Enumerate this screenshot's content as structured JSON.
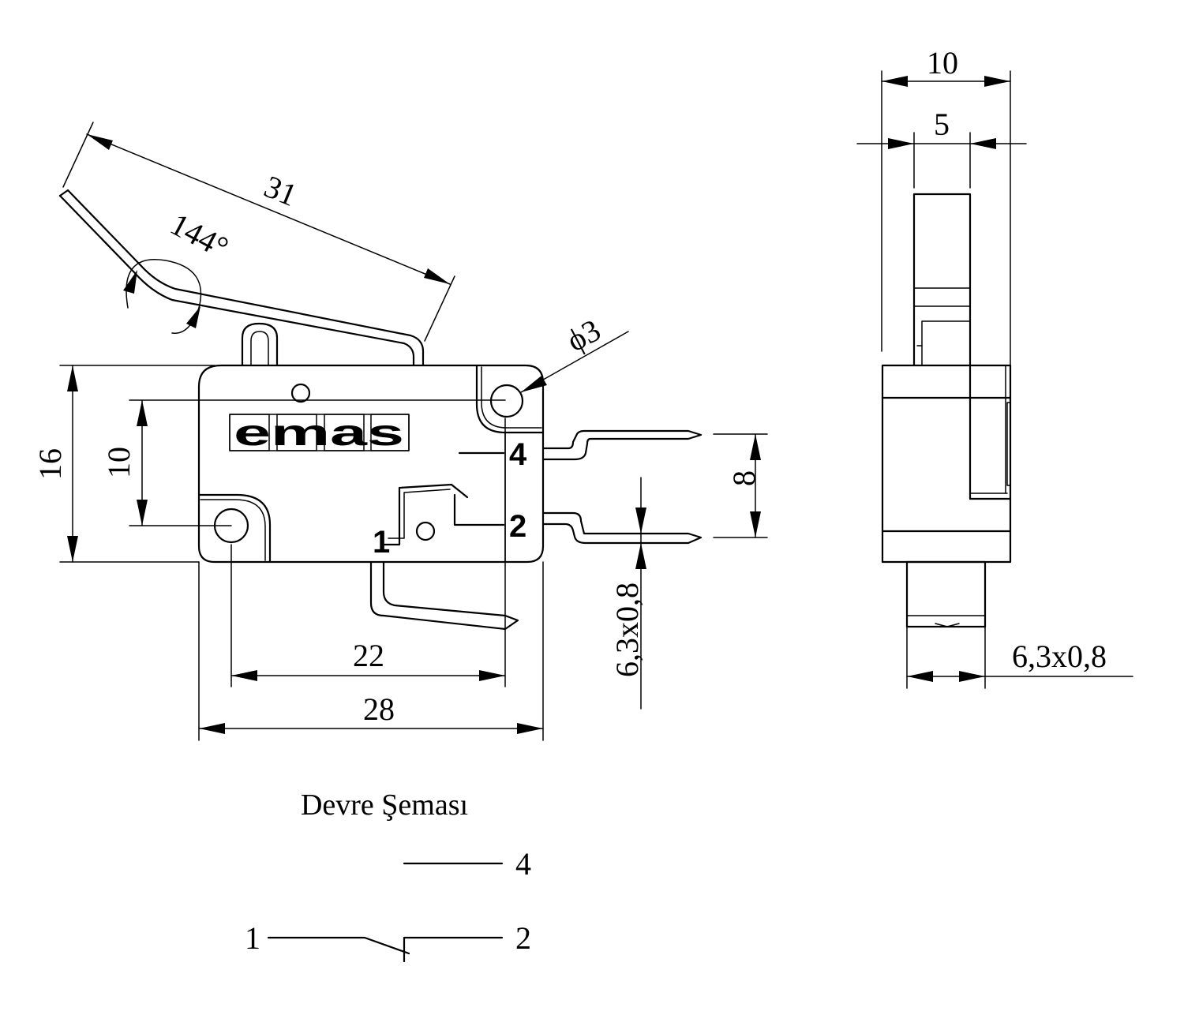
{
  "front_view": {
    "dimensions": {
      "lever_length": "31",
      "lever_angle": "144°",
      "hole_diameter": "ϕ3",
      "height": "16",
      "hole_spacing_vertical": "10",
      "hole_spacing_horizontal": "22",
      "width": "28",
      "terminal_pitch": "8",
      "terminal_size": "6,3x0,8"
    },
    "brand_logo": "emas",
    "terminal_labels": {
      "t1": "1",
      "t2": "2",
      "t4": "4"
    }
  },
  "side_view": {
    "dimensions": {
      "width": "10",
      "actuator_width": "5",
      "terminal_size": "6,3x0,8"
    }
  },
  "circuit_diagram": {
    "title": "Devre Şeması",
    "labels": {
      "t4": "4",
      "t1": "1",
      "t2": "2"
    }
  }
}
